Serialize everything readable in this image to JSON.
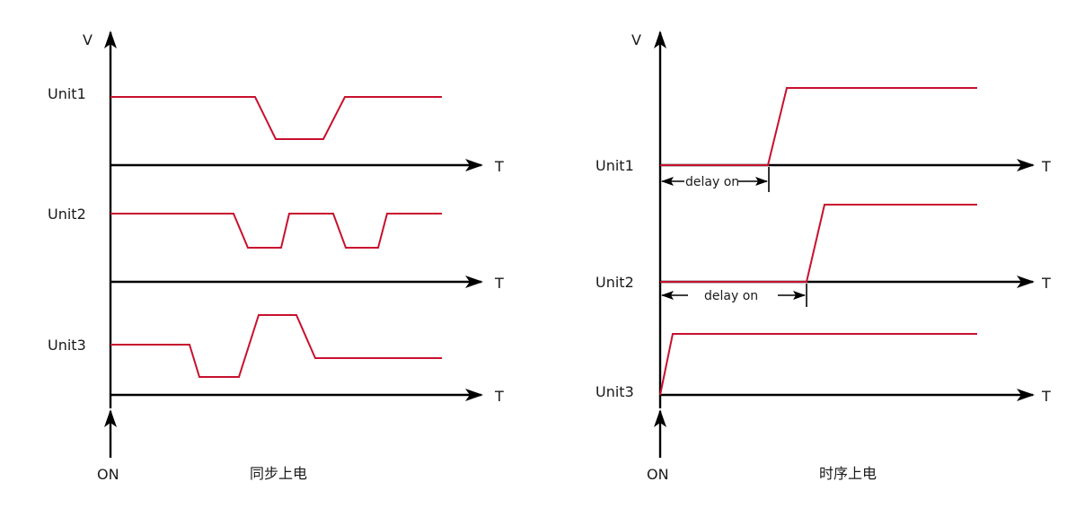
{
  "colors": {
    "signal": "#c8102e",
    "axis": "#000000",
    "text": "#1a1a1a"
  },
  "left": {
    "v_label": "V",
    "on_label": "ON",
    "caption": "同步上电",
    "units": [
      "Unit1",
      "Unit2",
      "Unit3"
    ],
    "t_labels": [
      "T",
      "T",
      "T"
    ]
  },
  "right": {
    "v_label": "V",
    "on_label": "ON",
    "caption": "时序上电",
    "units": [
      "Unit1",
      "Unit2",
      "Unit3"
    ],
    "t_labels": [
      "T",
      "T",
      "T"
    ],
    "delays": [
      "delay on",
      "delay on"
    ]
  }
}
